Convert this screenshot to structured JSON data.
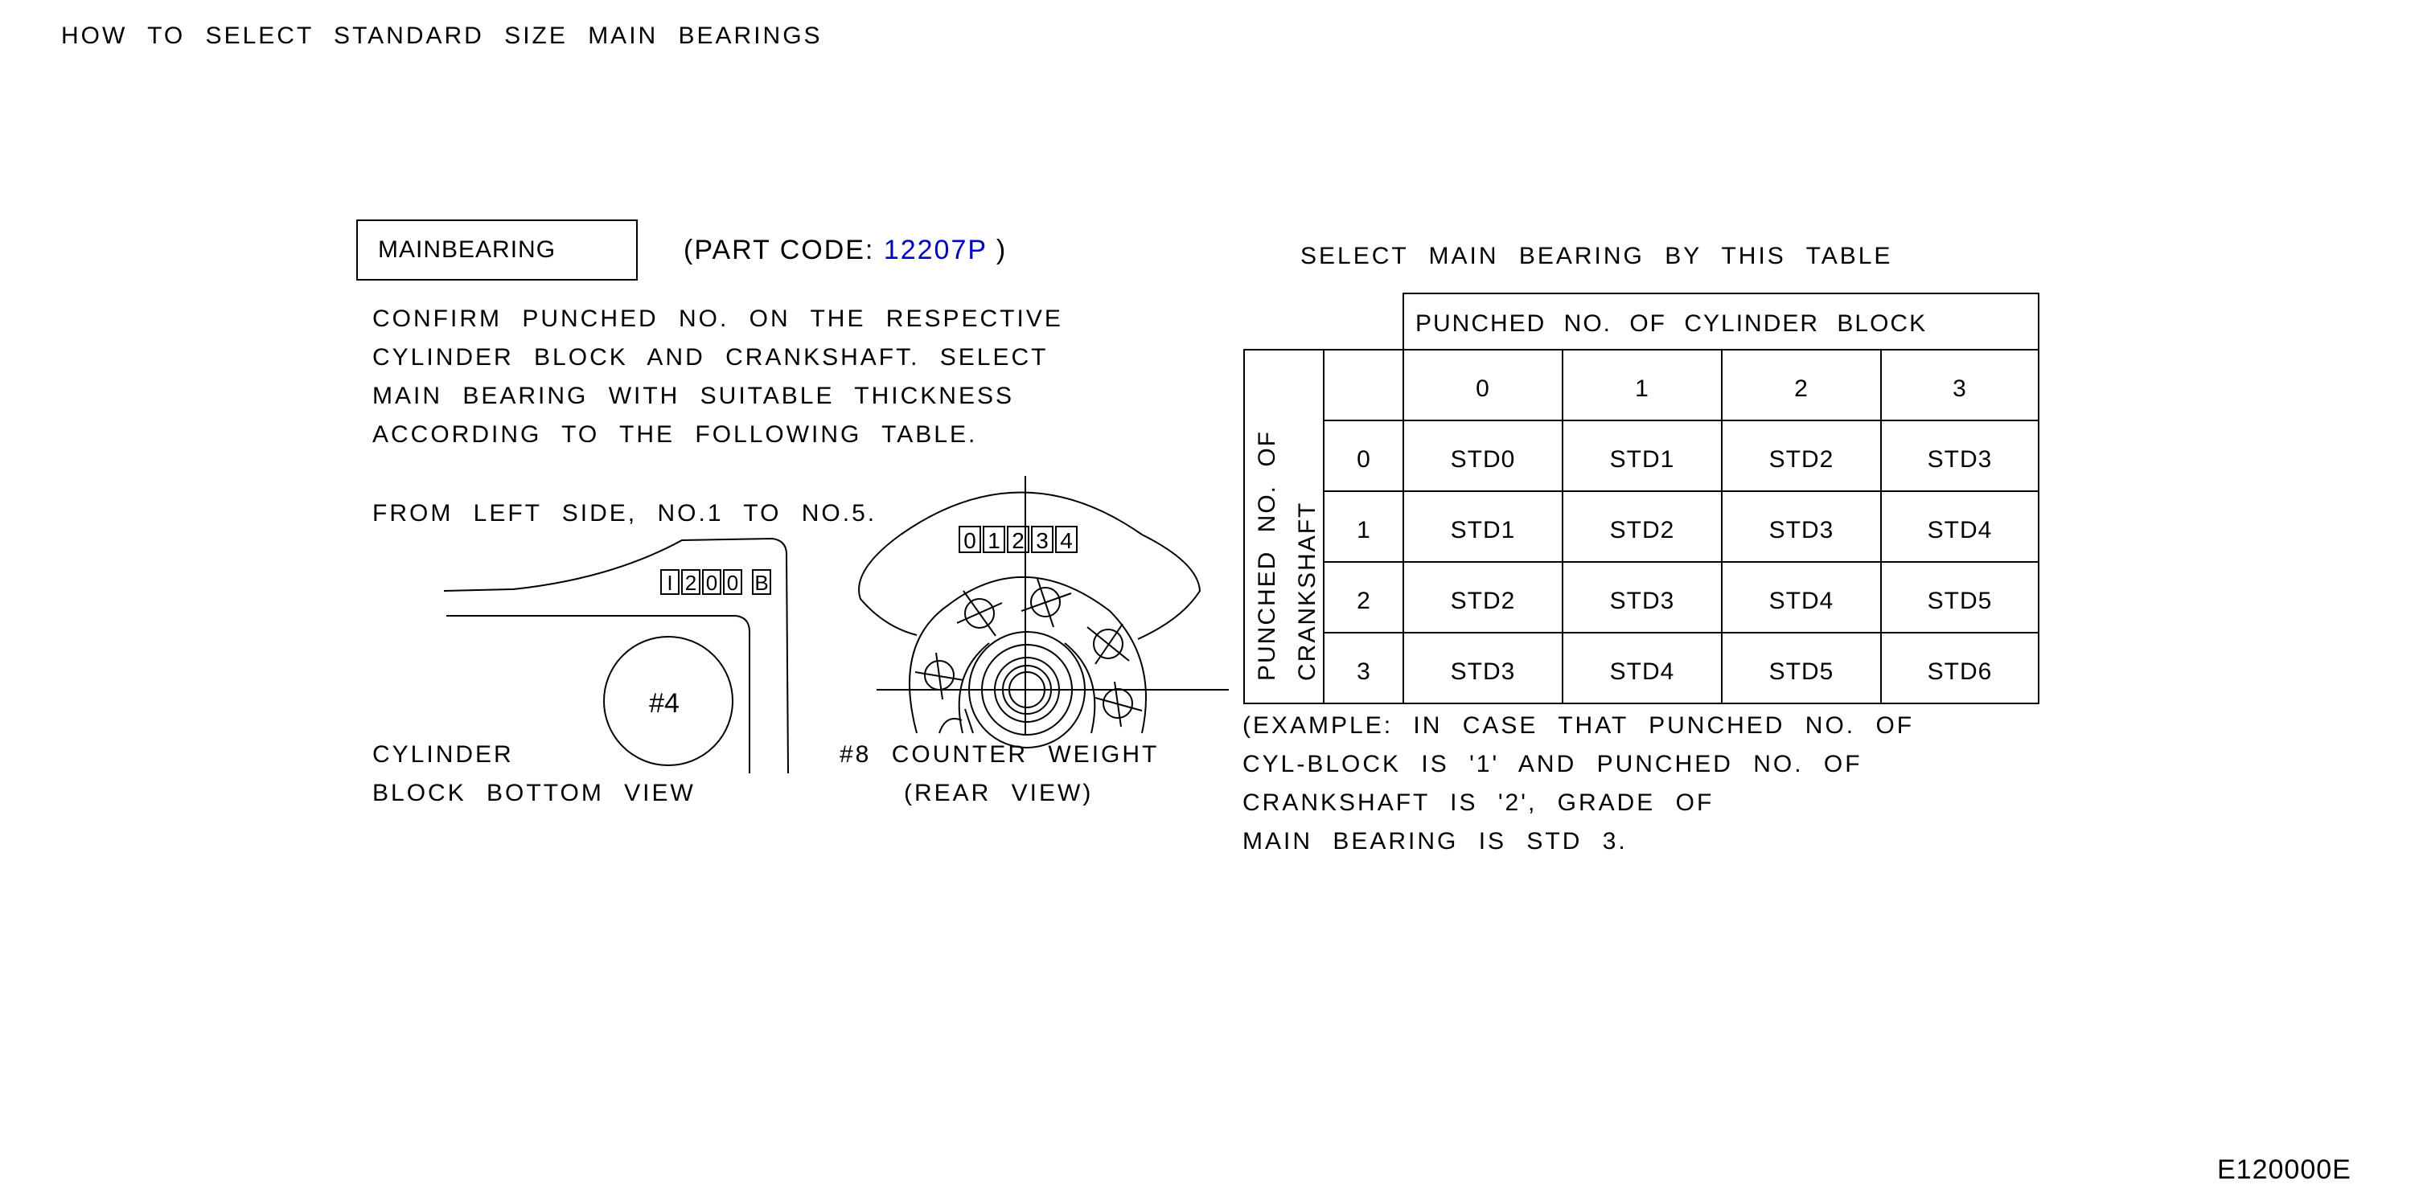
{
  "title": "HOW TO SELECT STANDARD SIZE MAIN BEARINGS",
  "part": {
    "label": "MAINBEARING",
    "code_prefix": "(PART CODE:",
    "code": "12207P",
    "code_suffix": ")"
  },
  "instructions": [
    "CONFIRM PUNCHED NO. ON THE RESPECTIVE",
    "CYLINDER BLOCK AND CRANKSHAFT. SELECT",
    "MAIN BEARING WITH SUITABLE THICKNESS",
    "ACCORDING TO THE FOLLOWING TABLE."
  ],
  "side_note": "FROM LEFT SIDE, NO.1 TO NO.5.",
  "figures": {
    "block": {
      "stamp": [
        "I",
        "2",
        "0",
        "0",
        "B"
      ],
      "journal_label": "#4",
      "caption": [
        "CYLINDER",
        "BLOCK BOTTOM VIEW"
      ]
    },
    "crank": {
      "stamp": [
        "0",
        "1",
        "2",
        "3",
        "4"
      ],
      "caption": [
        "#8 COUNTER WEIGHT",
        "(REAR VIEW)"
      ]
    }
  },
  "table": {
    "heading": "SELECT MAIN BEARING BY THIS TABLE",
    "col_header": "PUNCHED NO. OF CYLINDER BLOCK",
    "row_header": [
      "PUNCHED NO. OF",
      "CRANKSHAFT"
    ],
    "columns": [
      "0",
      "1",
      "2",
      "3"
    ],
    "rows": [
      {
        "label": "0",
        "cells": [
          "STD0",
          "STD1",
          "STD2",
          "STD3"
        ]
      },
      {
        "label": "1",
        "cells": [
          "STD1",
          "STD2",
          "STD3",
          "STD4"
        ]
      },
      {
        "label": "2",
        "cells": [
          "STD2",
          "STD3",
          "STD4",
          "STD5"
        ]
      },
      {
        "label": "3",
        "cells": [
          "STD3",
          "STD4",
          "STD5",
          "STD6"
        ]
      }
    ]
  },
  "example": [
    "(EXAMPLE: IN CASE THAT PUNCHED NO. OF",
    "CYL-BLOCK IS '1' AND PUNCHED NO. OF",
    "CRANKSHAFT IS '2', GRADE OF",
    "MAIN BEARING IS STD 3."
  ],
  "ref_code": "E120000E"
}
